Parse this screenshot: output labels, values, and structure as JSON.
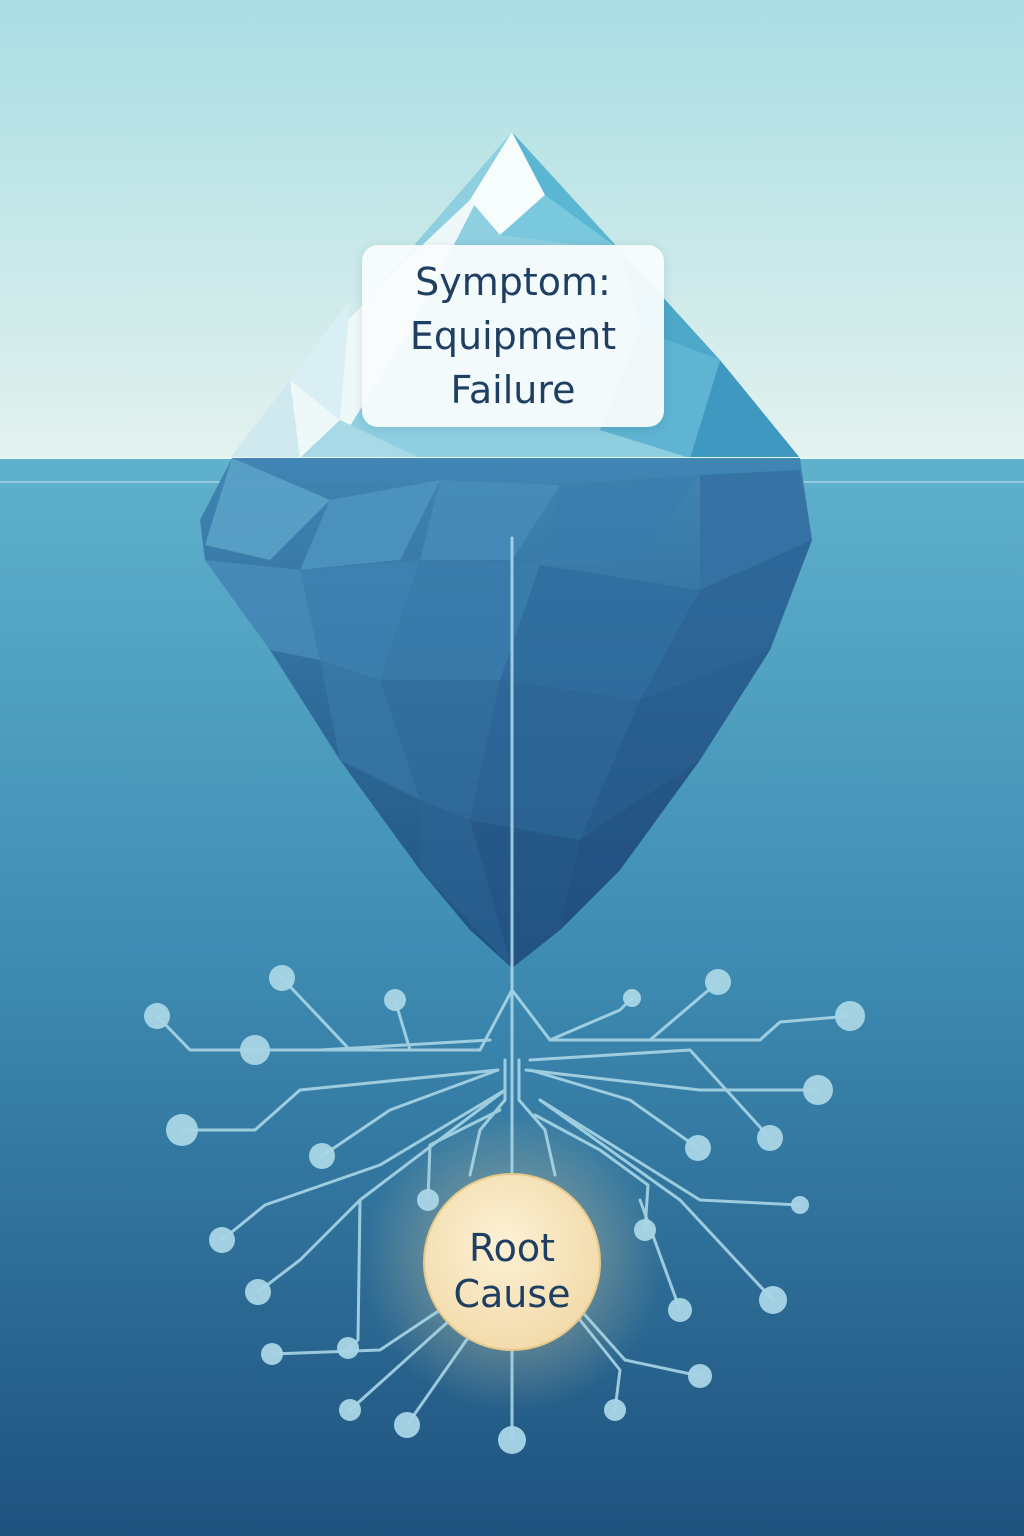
{
  "symptom": {
    "line1": "Symptom:",
    "line2": "Equipment",
    "line3": "Failure"
  },
  "root_cause": {
    "line1": "Root",
    "line2": "Cause"
  },
  "colors": {
    "sky_top": "#a9dde3",
    "sky_bottom": "#e3f2ee",
    "water_top": "#5fb1cc",
    "water_bottom": "#1e527e",
    "ice_light": "#eef8f8",
    "ice_mid": "#7fc4dc",
    "ice_dark": "#2b5f8c",
    "root_line": "#a9d6e6",
    "root_node": "#f7e4b8",
    "text": "#1f3f62"
  }
}
